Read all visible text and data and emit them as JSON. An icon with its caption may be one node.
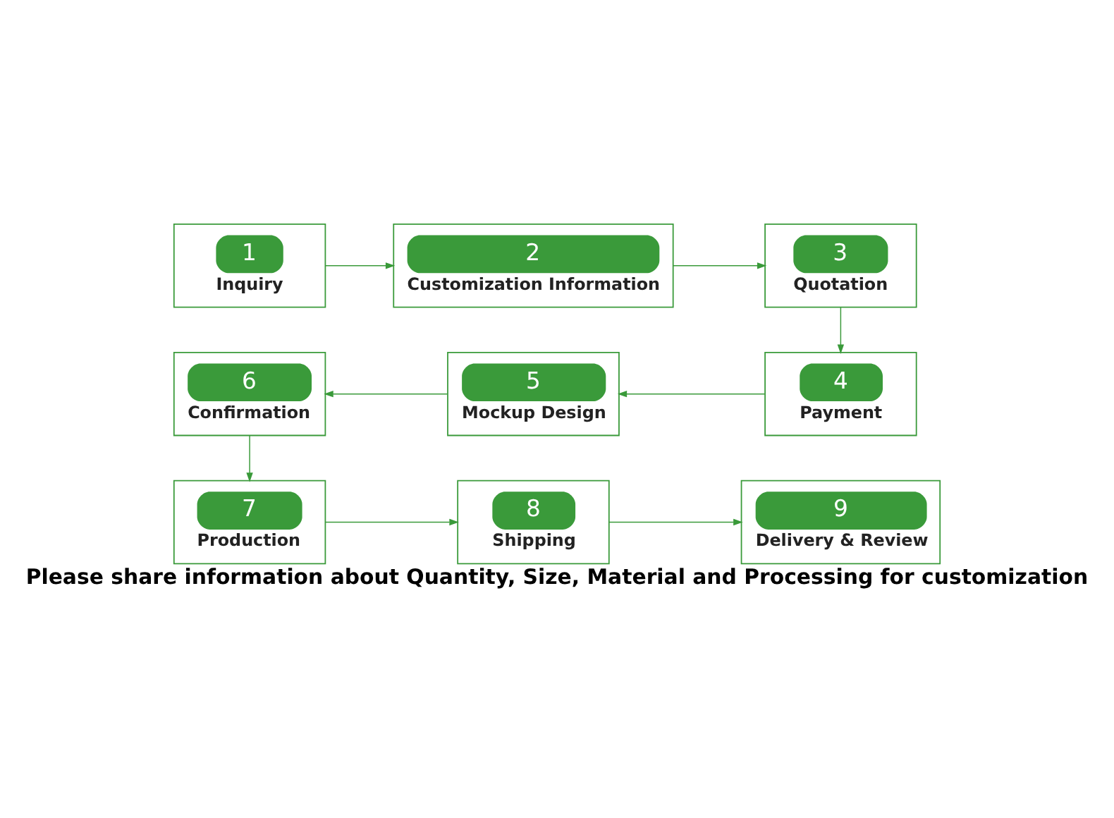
{
  "diagram": {
    "caption": "Please share information about Quantity, Size, Material and Processing for customization",
    "nodes": [
      {
        "text": [
          "1",
          "Inquiry"
        ]
      },
      {
        "text": [
          "2",
          "Customization Information"
        ]
      },
      {
        "text": [
          "3",
          "Quotation"
        ]
      },
      {
        "text": [
          "4",
          "Payment"
        ]
      },
      {
        "text": [
          "5",
          "Mockup Design"
        ]
      },
      {
        "text": [
          "6",
          "Confirmation"
        ]
      },
      {
        "text": [
          "7",
          "Production"
        ]
      },
      {
        "text": [
          "8",
          "Shipping"
        ]
      },
      {
        "text": [
          "9",
          "Delivery & Review"
        ]
      }
    ],
    "edges": [
      {
        "from": 0,
        "to": 1,
        "arrow": "to"
      },
      {
        "from": 1,
        "to": 2,
        "arrow": "to"
      },
      {
        "from": 2,
        "to": 3,
        "arrow": "to"
      },
      {
        "from": 3,
        "to": 4,
        "arrow": "to"
      },
      {
        "from": 4,
        "to": 5,
        "arrow": "to"
      },
      {
        "from": 5,
        "to": 6,
        "arrow": "to"
      },
      {
        "from": 6,
        "to": 7,
        "arrow": "to"
      },
      {
        "from": 7,
        "to": 8,
        "arrow": "to"
      }
    ]
  }
}
